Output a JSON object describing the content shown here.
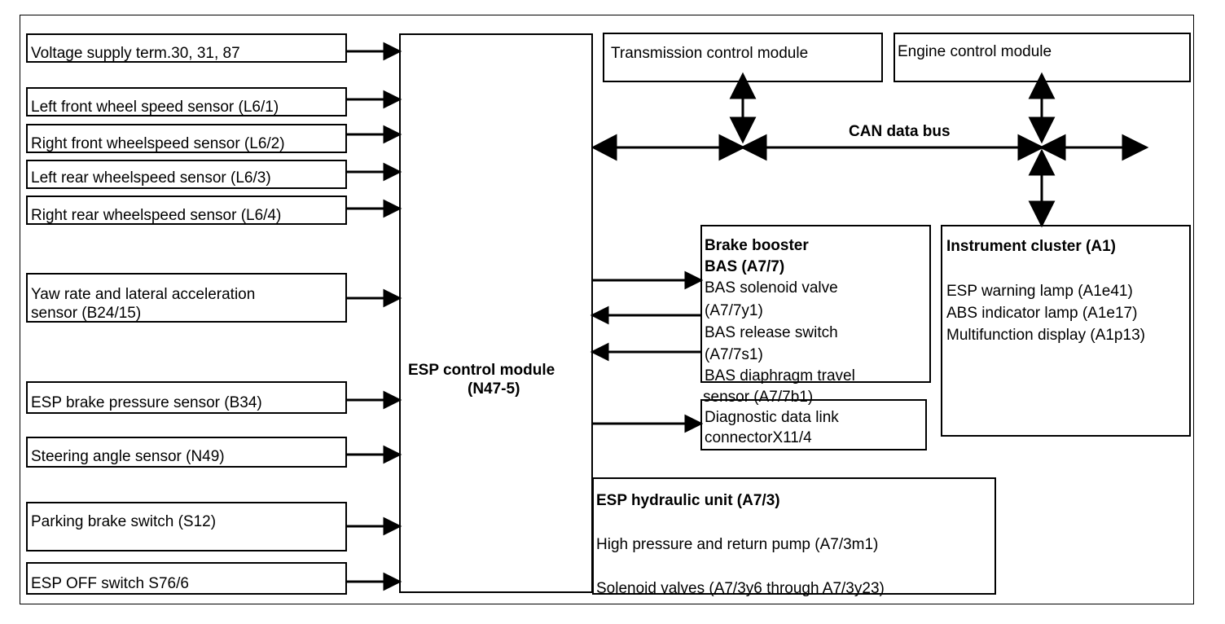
{
  "inputs": [
    {
      "label": "Voltage supply term.30, 31, 87"
    },
    {
      "label": "Left front wheel speed sensor (L6/1)"
    },
    {
      "label": "Right front wheelspeed sensor (L6/2)"
    },
    {
      "label": "Left rear wheelspeed sensor (L6/3)"
    },
    {
      "label": "Right rear wheelspeed sensor (L6/4)"
    },
    {
      "line1": "Yaw rate and lateral acceleration",
      "line2": "sensor (B24/15)"
    },
    {
      "label": "ESP brake pressure sensor (B34)"
    },
    {
      "label": "Steering angle sensor (N49)"
    },
    {
      "label": "Parking brake switch (S12)"
    },
    {
      "label": "ESP OFF switch S76/6"
    }
  ],
  "esp_module": {
    "line1": "ESP control module",
    "line2": "(N47-5)"
  },
  "transmission": {
    "label": "Transmission control module"
  },
  "engine": {
    "label": "Engine control module"
  },
  "can_bus": {
    "label": "CAN data bus"
  },
  "brake_booster": {
    "title1": "Brake booster",
    "title2": "BAS (A7/7)",
    "items": [
      "BAS solenoid valve",
      "(A7/7y1)",
      "BAS release switch",
      "(A7/7s1)",
      "BAS diaphragm travel",
      "sensor (A7/7b1)"
    ]
  },
  "diagnostic": {
    "line1": "Diagnostic data link",
    "line2": "connectorX11/4"
  },
  "instrument_cluster": {
    "title": "Instrument cluster (A1)",
    "items": [
      "ESP warning lamp (A1e41)",
      "ABS indicator lamp (A1e17)",
      "Multifunction display (A1p13)"
    ]
  },
  "hydraulic_unit": {
    "title": "ESP hydraulic unit (A7/3)",
    "line1": "High pressure and return pump (A7/3m1)",
    "line2": "Solenoid valves (A7/3y6 through A7/3y23)"
  }
}
